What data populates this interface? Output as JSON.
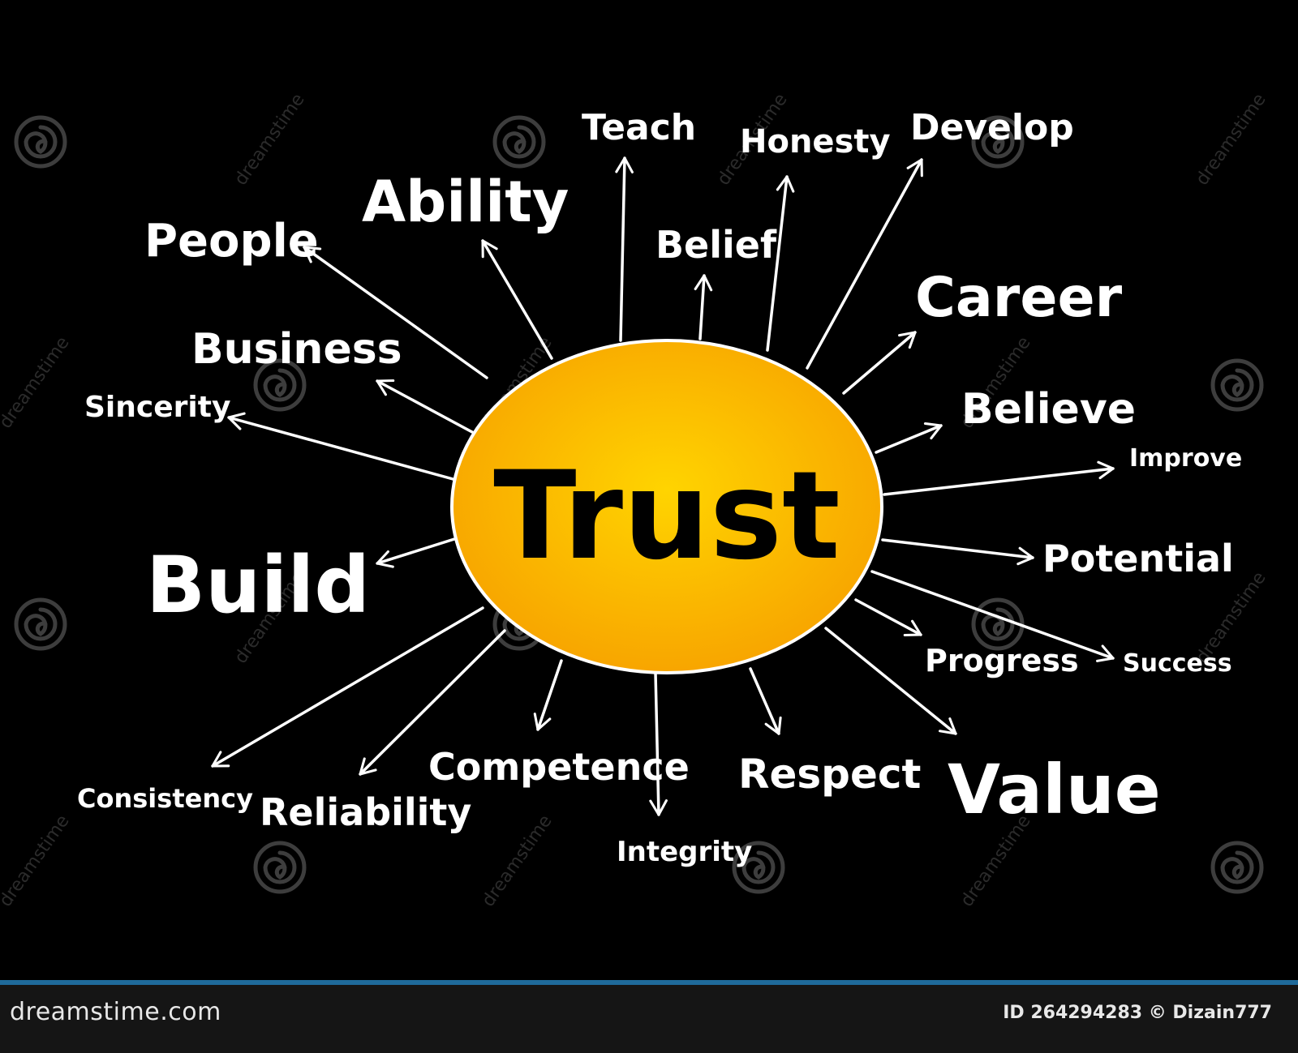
{
  "diagram": {
    "center_label": "Trust",
    "colors": {
      "background": "#000000",
      "center_inner": "#ffd400",
      "center_outer": "#f7a100",
      "text": "#ffffff",
      "arrow": "#ffffff",
      "watermark": "#3a3a3a"
    },
    "words": {
      "people": "People",
      "ability": "Ability",
      "teach": "Teach",
      "honesty": "Honesty",
      "develop": "Develop",
      "belief": "Belief",
      "career": "Career",
      "business": "Business",
      "sincerity": "Sincerity",
      "believe": "Believe",
      "improve": "Improve",
      "build": "Build",
      "potential": "Potential",
      "progress": "Progress",
      "success": "Success",
      "consistency": "Consistency",
      "reliability": "Reliability",
      "competence": "Competence",
      "integrity": "Integrity",
      "respect": "Respect",
      "value": "Value"
    }
  },
  "watermark": {
    "text": "dreamstime",
    "icon": "spiral-logo-icon"
  },
  "footer": {
    "site": "dreamstime.com",
    "id_text": "ID 264294283 © Dizain777"
  }
}
